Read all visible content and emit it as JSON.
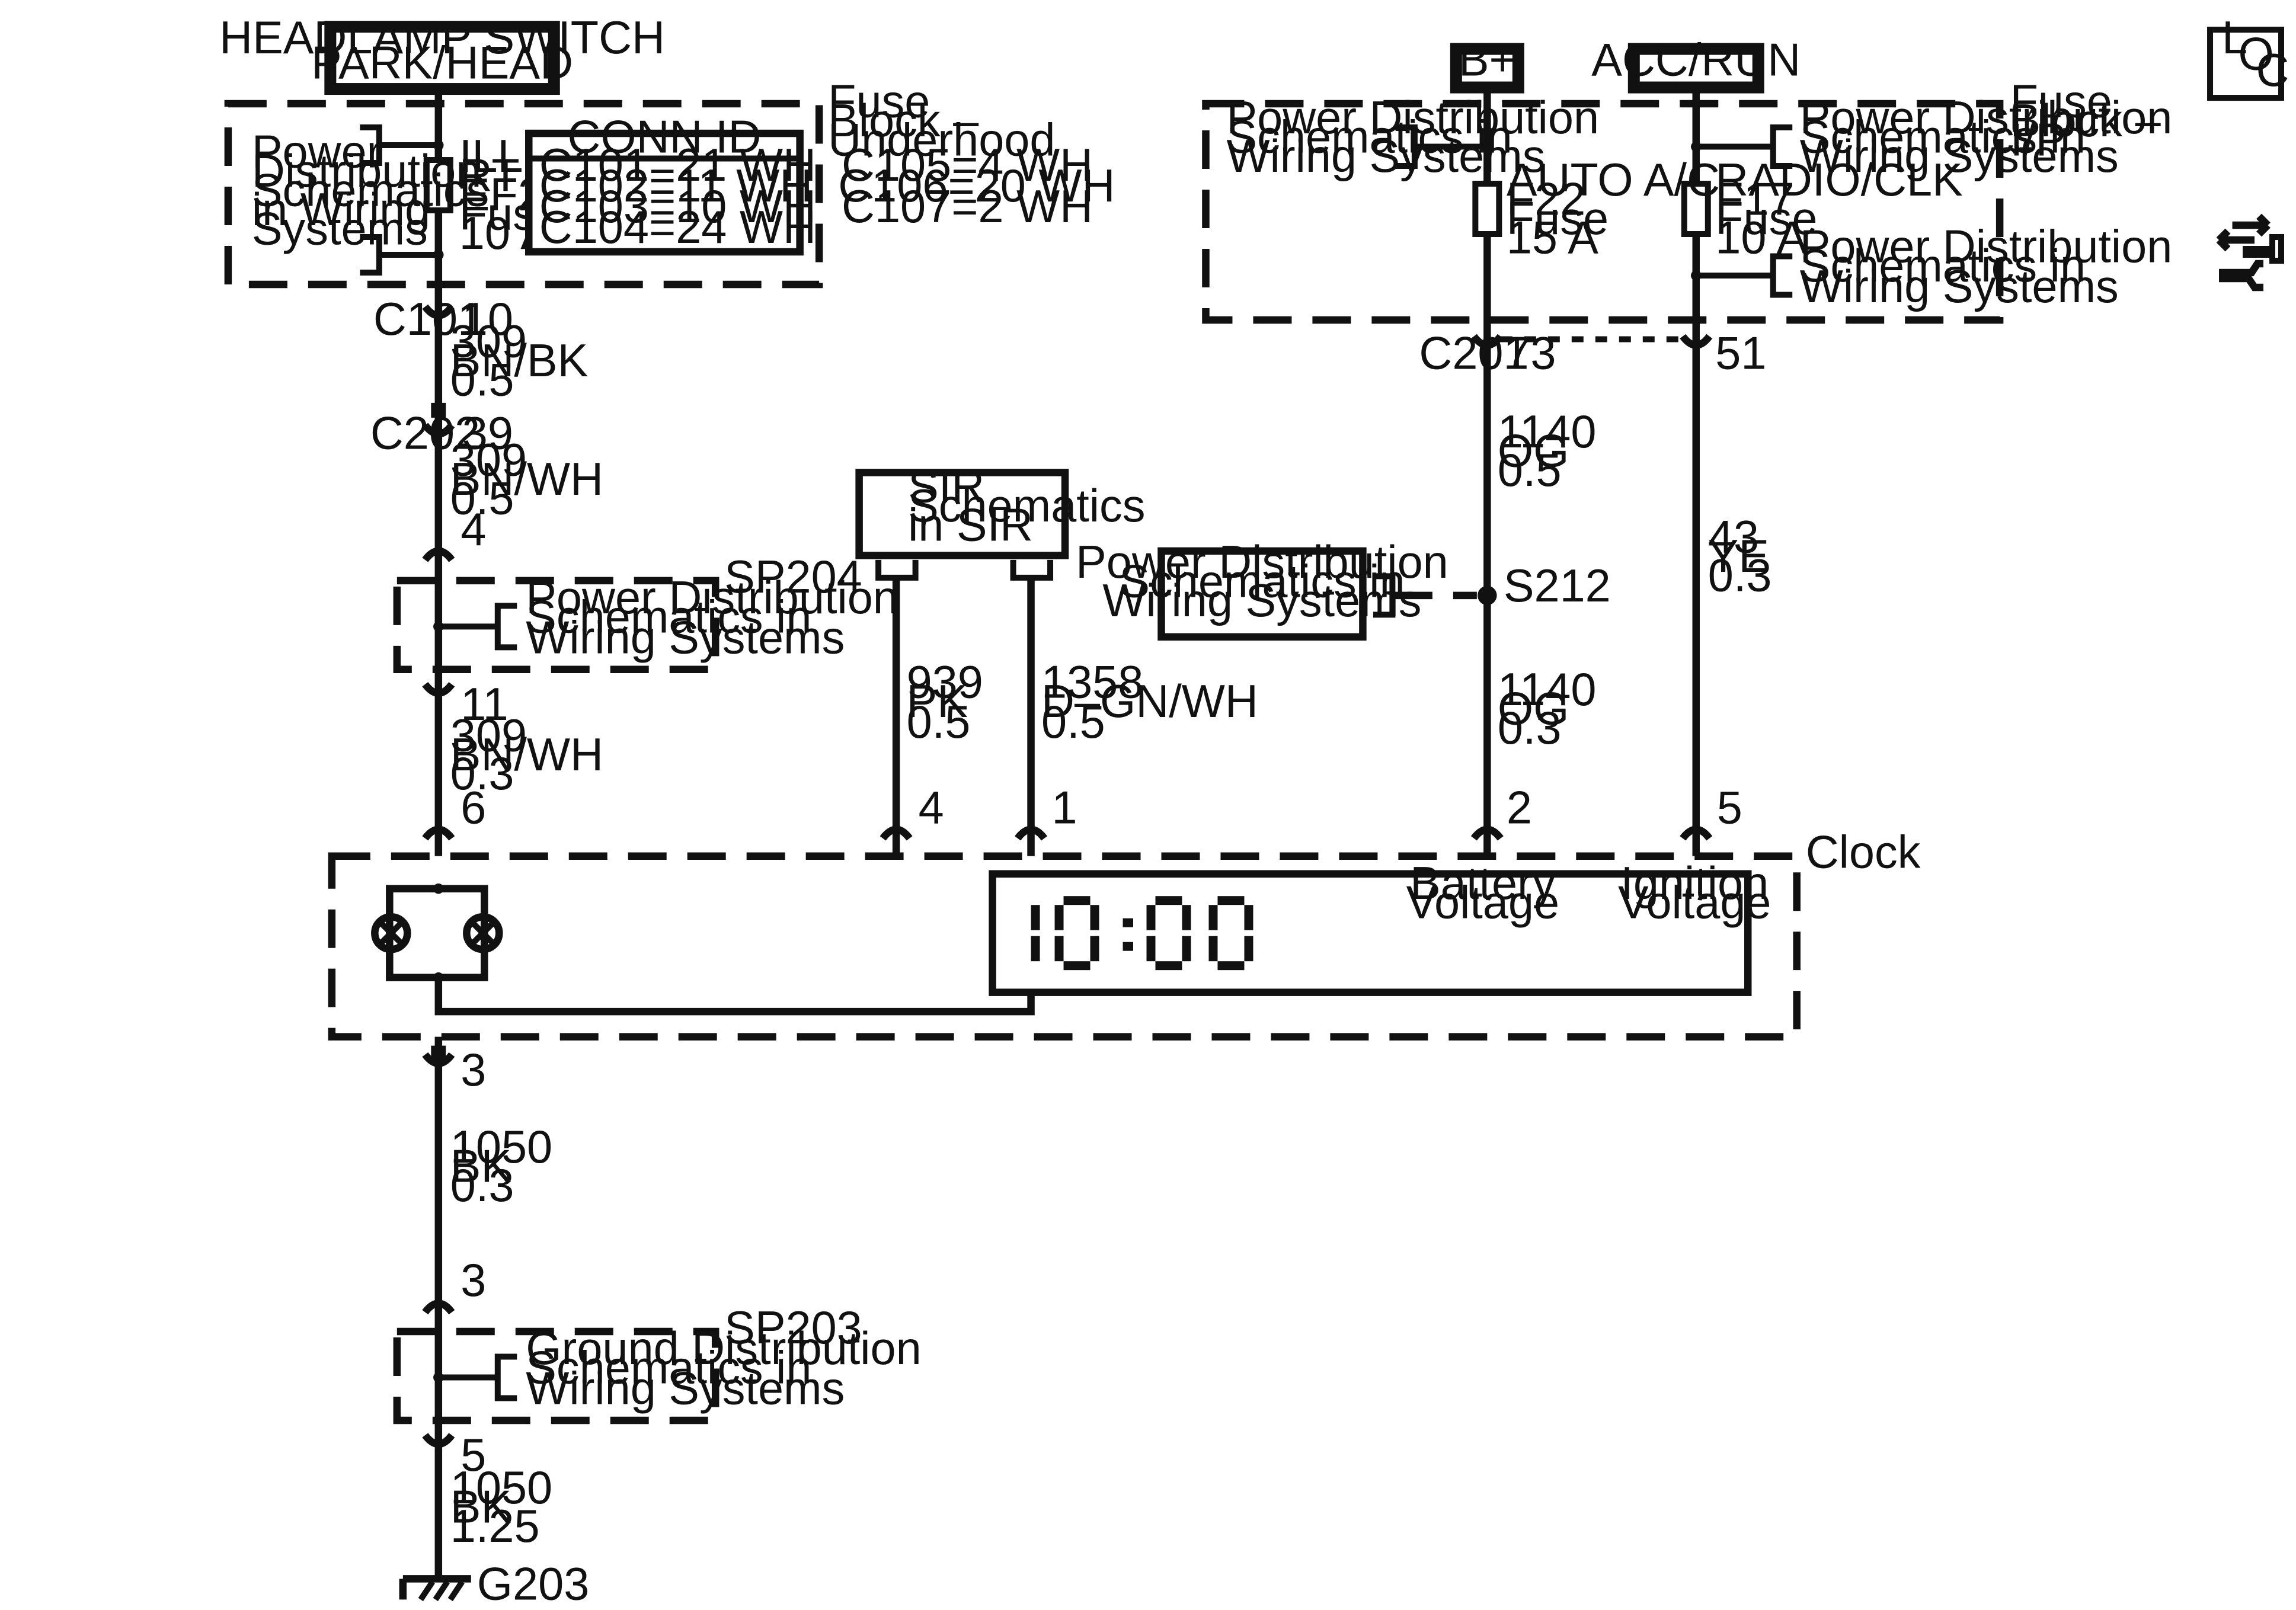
{
  "sources": {
    "headlamp_switch": [
      "HEADLAMP SWITCH",
      "PARK/HEAD"
    ],
    "b_plus": "B+",
    "acc_run": "ACC/RUN"
  },
  "fuse_block_underhood": {
    "title": [
      "Fuse",
      "Block –",
      "Underhood"
    ],
    "pd_ref": [
      "Power",
      "Distribution",
      "Schematics",
      "in Wiring",
      "Systems"
    ],
    "fuse": [
      "ILLUM",
      "RT",
      "EF28",
      "Fuse",
      "10 A"
    ],
    "conn_id": {
      "title": "CONN ID",
      "rows": [
        "C101=21 WH  C105=4 WH",
        "C102=11 WH  C106=20 WH",
        "C103=10 WH  C107=2 WH",
        "C104=24 WH"
      ]
    }
  },
  "fuse_block_ip": {
    "title": [
      "Fuse",
      "Block –",
      "I/P"
    ],
    "pd_ref_left": [
      "Power Distribution",
      "Schematics in",
      "Wiring Systems"
    ],
    "pd_ref_right_top": [
      "Power Distribution",
      "Schematics in",
      "Wiring Systems"
    ],
    "pd_ref_right_bottom": [
      "Power Distribution",
      "Schematics in",
      "Wiring Systems"
    ],
    "fuse_f22": [
      "AUTO A/C",
      "F22",
      "Fuse",
      "15 A"
    ],
    "fuse_f17": [
      "RADIO/CLK",
      "F17",
      "Fuse",
      "10 A"
    ]
  },
  "left_circuit": {
    "c101": "C101",
    "c101_pin": "10",
    "wire_309_bnbk": [
      "309",
      "BN/BK",
      "0.5"
    ],
    "c202": "C202",
    "c202_pin": "39",
    "wire_309_bnwh_a": [
      "309",
      "BN/WH",
      "0.5"
    ],
    "sp204_in_pin": "4",
    "sp204": "SP204",
    "sp204_ref": [
      "Power Distribution",
      "Schematics in",
      "Wiring Systems"
    ],
    "sp204_out_pin": "11",
    "wire_309_bnwh_b": [
      "309",
      "BN/WH",
      "0.3"
    ],
    "clock_pin_6": "6",
    "clock_pin_3": "3",
    "wire_1050_bk_a": [
      "1050",
      "BK",
      "0.3"
    ],
    "sp203_in_pin": "3",
    "sp203": "SP203",
    "sp203_ref": [
      "Ground Distribution",
      "Schematics in",
      "Wiring Systems"
    ],
    "sp203_out_pin": "5",
    "wire_1050_bk_b": [
      "1050",
      "BK",
      "1.25"
    ],
    "ground": "G203"
  },
  "sir": {
    "box": [
      "SIR",
      "Schematics",
      "in SIR"
    ],
    "wire_939": [
      "939",
      "PK",
      "0.5"
    ],
    "wire_1358": [
      "1358",
      "D–GN/WH",
      "0.5"
    ],
    "pin_4": "4",
    "pin_1": "1"
  },
  "right_circuit": {
    "c201": "C201",
    "c201_pin_73": "73",
    "c201_pin_51": "51",
    "wire_1140_a": [
      "1140",
      "OG",
      "0.5"
    ],
    "s212": "S212",
    "s212_ref": [
      "Power Distribution",
      "Schematics in",
      "Wiring Systems"
    ],
    "wire_1140_b": [
      "1140",
      "OG",
      "0.3"
    ],
    "wire_43": [
      "43",
      "YE",
      "0.3"
    ],
    "clock_pin_2": "2",
    "clock_pin_5": "5"
  },
  "clock": {
    "label": "Clock",
    "display_time": "10:00",
    "battery_voltage": [
      "Battery",
      "Voltage"
    ],
    "ignition_voltage": [
      "Ignition",
      "Voltage"
    ]
  },
  "corner": {
    "loc_letters": [
      "L",
      "O",
      "C"
    ],
    "tool_icon": "exchange-wrench-icon"
  }
}
